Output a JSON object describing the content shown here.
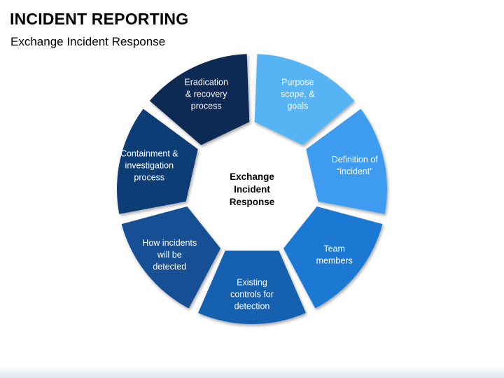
{
  "header": {
    "title": "INCIDENT REPORTING",
    "subtitle": "Exchange Incident Response"
  },
  "center": {
    "lines": [
      "Exchange",
      "Incident",
      "Response"
    ]
  },
  "segments": [
    {
      "id": "purpose",
      "lines": [
        "Purpose",
        "scope, &",
        "goals"
      ],
      "color": "#56B4F5"
    },
    {
      "id": "definition",
      "lines": [
        "Definition of",
        "“incident”"
      ],
      "color": "#3C9BF0"
    },
    {
      "id": "team",
      "lines": [
        "Team",
        "members"
      ],
      "color": "#1B79D3"
    },
    {
      "id": "existing",
      "lines": [
        "Existing",
        "controls for",
        "detection"
      ],
      "color": "#1761B0"
    },
    {
      "id": "how",
      "lines": [
        "How incidents",
        "will be",
        "detected"
      ],
      "color": "#134F93"
    },
    {
      "id": "containment",
      "lines": [
        "Containment &",
        "investigation",
        "process"
      ],
      "color": "#0E3E75"
    },
    {
      "id": "eradication",
      "lines": [
        "Eradication",
        "& recovery",
        "process"
      ],
      "color": "#0A2B54"
    }
  ]
}
